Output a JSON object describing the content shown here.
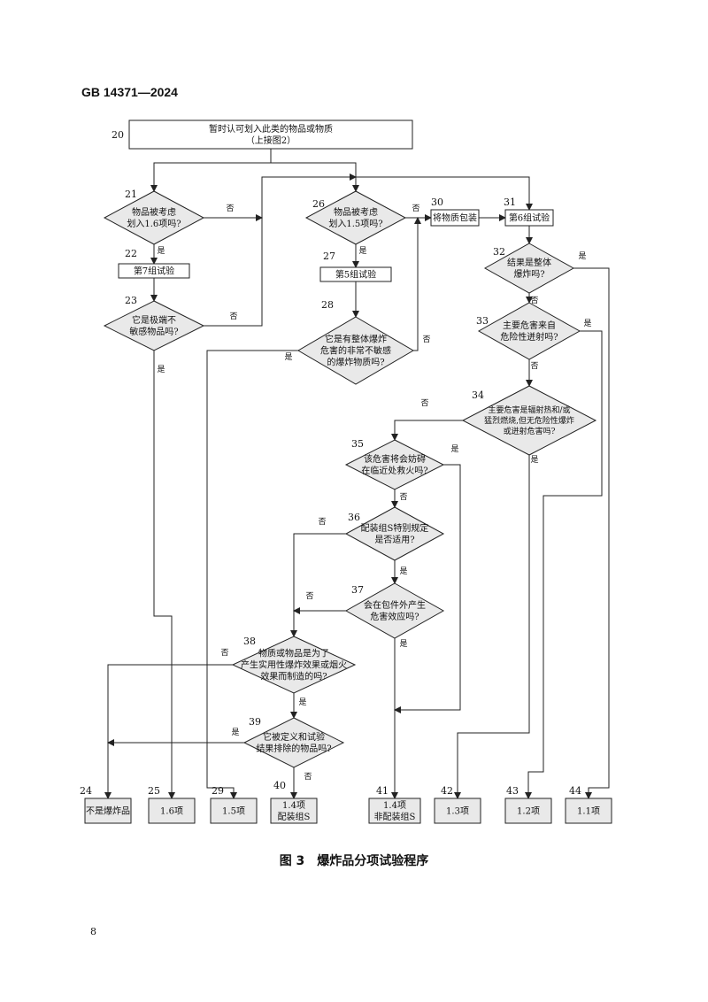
{
  "header": {
    "standard_code": "GB 14371—2024"
  },
  "caption": "图 3　爆炸品分项试验程序",
  "page_number": "8",
  "labels": {
    "yes": "是",
    "no": "否"
  },
  "nodes": {
    "n20": {
      "num": "20",
      "lines": [
        "暂时认可划入此类的物品或物质",
        "（上接图2）"
      ]
    },
    "n21": {
      "num": "21",
      "lines": [
        "物品被考虑",
        "划入1.6项吗?"
      ]
    },
    "n22": {
      "num": "22",
      "lines": [
        "第7组试验"
      ]
    },
    "n23": {
      "num": "23",
      "lines": [
        "它是极端不",
        "敏感物品吗?"
      ]
    },
    "n26": {
      "num": "26",
      "lines": [
        "物品被考虑",
        "划入1.5项吗?"
      ]
    },
    "n27": {
      "num": "27",
      "lines": [
        "第5组试验"
      ]
    },
    "n28": {
      "num": "28",
      "lines": [
        "它是有整体爆炸",
        "危害的非常不敏感",
        "的爆炸物质吗?"
      ]
    },
    "n30": {
      "num": "30",
      "lines": [
        "将物质包装"
      ]
    },
    "n31": {
      "num": "31",
      "lines": [
        "第6组试验"
      ]
    },
    "n32": {
      "num": "32",
      "lines": [
        "结果是整体",
        "爆炸吗?"
      ]
    },
    "n33": {
      "num": "33",
      "lines": [
        "主要危害来自",
        "危险性迸射吗?"
      ]
    },
    "n34": {
      "num": "34",
      "lines": [
        "主要危害是辐射热和/或",
        "猛烈燃烧,但无危险性爆炸",
        "或迸射危害吗?"
      ]
    },
    "n35": {
      "num": "35",
      "lines": [
        "该危害将会妨碍",
        "在临近处救火吗?"
      ]
    },
    "n36": {
      "num": "36",
      "lines": [
        "配装组S特别规定",
        "是否适用?"
      ]
    },
    "n37": {
      "num": "37",
      "lines": [
        "会在包件外产生",
        "危害效应吗?"
      ]
    },
    "n38": {
      "num": "38",
      "lines": [
        "物质或物品是为了",
        "产生实用性爆炸效果或烟火",
        "效果而制造的吗?"
      ]
    },
    "n39": {
      "num": "39",
      "lines": [
        "它被定义和试验",
        "结果排除的物品吗?"
      ]
    },
    "n24": {
      "num": "24",
      "lines": [
        "不是爆炸品"
      ]
    },
    "n25": {
      "num": "25",
      "lines": [
        "1.6项"
      ]
    },
    "n29": {
      "num": "29",
      "lines": [
        "1.5项"
      ]
    },
    "n40": {
      "num": "40",
      "lines": [
        "1.4项",
        "配装组S"
      ]
    },
    "n41": {
      "num": "41",
      "lines": [
        "1.4项",
        "非配装组S"
      ]
    },
    "n42": {
      "num": "42",
      "lines": [
        "1.3项"
      ]
    },
    "n43": {
      "num": "43",
      "lines": [
        "1.2项"
      ]
    },
    "n44": {
      "num": "44",
      "lines": [
        "1.1项"
      ]
    }
  }
}
